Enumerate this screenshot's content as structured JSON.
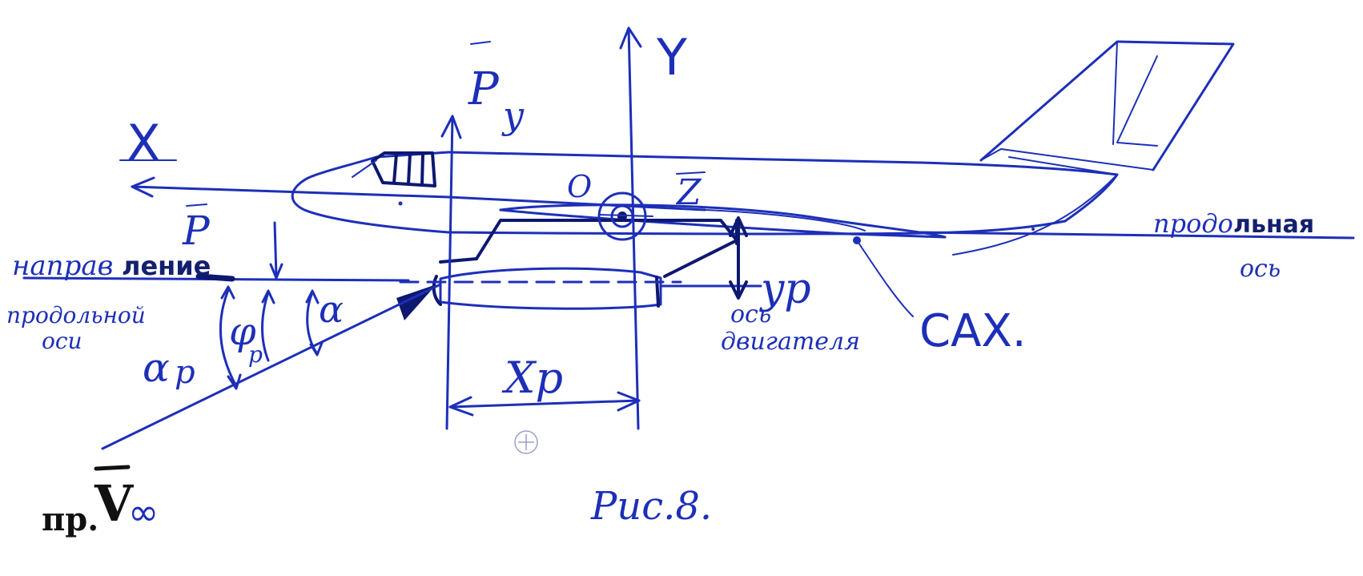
{
  "labels": {
    "axis_x": "X",
    "axis_y": "Y",
    "axis_z": "Z",
    "origin": "O",
    "vector_p": "P",
    "vector_py": "P",
    "vector_py_sub": "y",
    "direction_line1_a": "направ",
    "direction_line1_b": "ление",
    "direction_line2": "продольной",
    "direction_line3": "оси",
    "angle_alpha_p": "α",
    "angle_alpha_p_sub": "p",
    "angle_phi_p": "φ",
    "angle_phi_p_sub": "p",
    "angle_alpha": "α",
    "x_p": "Xp",
    "y_p": "yp",
    "engine_axis_line1": "ось",
    "engine_axis_line2": "двигателя",
    "mac": "САХ.",
    "long_axis_line1_a": "продо",
    "long_axis_line1_b": "льная",
    "long_axis_line2": "ось",
    "freestream_prefix": "пр.",
    "freestream_v": "V",
    "freestream_inf": "∞",
    "caption": "Рис.8."
  },
  "colors": {
    "ink": "#1d2fb8",
    "ink_dark": "#0d1870",
    "marker_black": "#111111"
  },
  "icons": {
    "small_circle_mark": "circle-plus-mark"
  }
}
